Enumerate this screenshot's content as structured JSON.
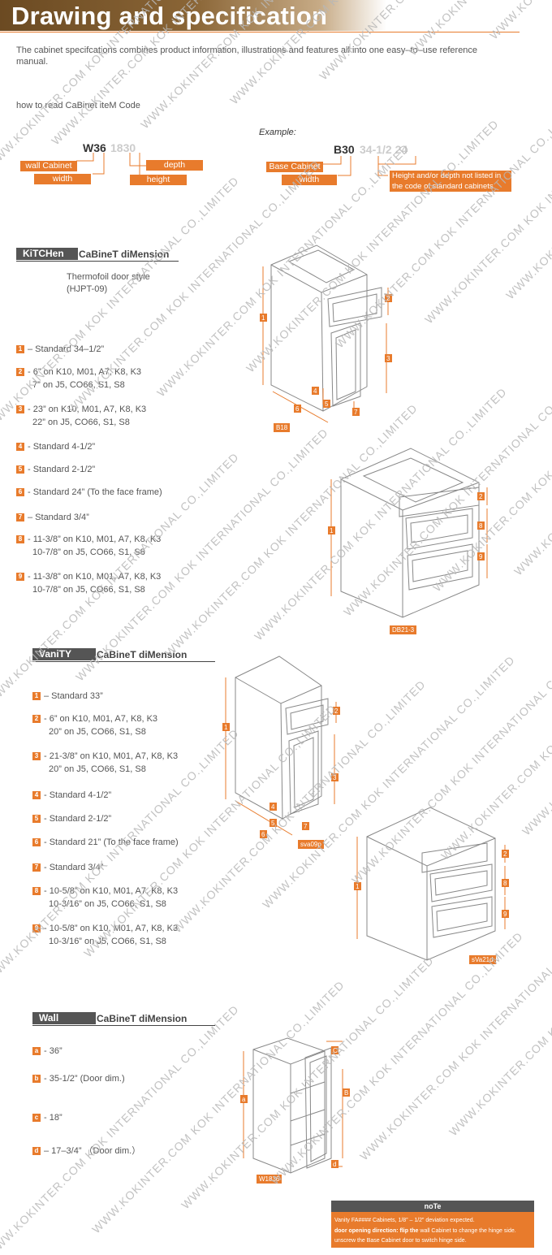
{
  "header": {
    "title": "Drawing and specification",
    "intro_line1": "The cabinet specifcations combines product information, illustrations and features all into one easy–to–use reference",
    "intro_line2": "manual.",
    "how_to_read": "how to read CaBinet  iteM Code"
  },
  "code_example": {
    "example_label": "Example:",
    "wall_code_bold": "W36",
    "wall_code_grey": "1830",
    "wall_labels": {
      "wall_cabinet": "wall Cabinet",
      "width": "width",
      "depth": "depth",
      "height": "height"
    },
    "base_code_bold": "B30",
    "base_code_grey": "34-1/2 24",
    "base_labels": {
      "base_cabinet": "Base Cabinet",
      "width": "width",
      "note_line1": "Height and/or depth not listed in",
      "note_line2": "the code of standard cabinets"
    }
  },
  "kitchen": {
    "tag": "KiTCHen",
    "title": "CaBineT diMension",
    "style_line1": "Thermofoil door style",
    "style_line2": "(HJPT-09)",
    "items": [
      {
        "num": "1",
        "line1": "– Standard 34–1/2”",
        "line2": ""
      },
      {
        "num": "2",
        "line1": "- 6” on K10, M01, A7, K8, K3",
        "line2": "7” on J5, CO66, S1, S8"
      },
      {
        "num": "3",
        "line1": "- 23” on K10, M01, A7, K8, K3",
        "line2": "22” on J5, CO66, S1, S8"
      },
      {
        "num": "4",
        "line1": "- Standard 4-1/2”",
        "line2": ""
      },
      {
        "num": "5",
        "line1": "- Standard 2-1/2”",
        "line2": ""
      },
      {
        "num": "6",
        "line1": "- Standard 24” (To the face frame)",
        "line2": ""
      },
      {
        "num": "7",
        "line1": "– Standard 3/4”",
        "line2": ""
      },
      {
        "num": "8",
        "line1": "- 11-3/8” on K10, M01, A7, K8, K3",
        "line2": "10-7/8” on J5, CO66, S1, S8"
      },
      {
        "num": "9",
        "line1": "- 11-3/8” on K10, M01, A7, K8, K3",
        "line2": "10-7/8” on J5, CO66, S1, S8"
      }
    ],
    "diagram_labels": {
      "b18": "B18",
      "db21": "DB21-3"
    }
  },
  "vanity": {
    "tag": "VaniTY",
    "title": "CaBineT diMension",
    "items": [
      {
        "num": "1",
        "line1": "– Standard 33”",
        "line2": ""
      },
      {
        "num": "2",
        "line1": "- 6” on K10, M01, A7, K8, K3",
        "line2": "20” on J5, CO66, S1, S8"
      },
      {
        "num": "3",
        "line1": "- 21-3/8” on K10, M01, A7, K8, K3",
        "line2": "20” on J5, CO66, S1, S8"
      },
      {
        "num": "4",
        "line1": "- Standard 4-1/2”",
        "line2": ""
      },
      {
        "num": "5",
        "line1": "- Standard 2-1/2”",
        "line2": ""
      },
      {
        "num": "6",
        "line1": "- Standard 21” (To the face frame)",
        "line2": ""
      },
      {
        "num": "7",
        "line1": "- Standard 3/4”",
        "line2": ""
      },
      {
        "num": "8",
        "line1": "- 10-5/8” on K10, M01, A7, K8, K3",
        "line2": "10-3/16” on J5, CO66, S1, S8"
      },
      {
        "num": "9",
        "line1": "- 10-5/8” on K10, M01, A7, K8, K3",
        "line2": "10-3/16” on J5, CO66, S1, S8"
      }
    ],
    "diagram_labels": {
      "sv09p": "sva09p",
      "sva21d": "sVa21d"
    }
  },
  "wall": {
    "tag": "Wall",
    "title": "CaBineT diMension",
    "items": [
      {
        "num": "a",
        "line1": "- 36”"
      },
      {
        "num": "b",
        "line1": "- 35-1/2” (Door dim.)"
      },
      {
        "num": "c",
        "line1": "- 18”"
      },
      {
        "num": "d",
        "line1": "– 17–3/4” （Door dim.）"
      }
    ],
    "diagram_label": "W1836"
  },
  "note": {
    "title": "noTe",
    "line1": "Vanity FA#### Cabinets, 1/8” – 1/2” deviation expected.",
    "line2_bold": "door opening direction: flip the",
    "line2_rest": " wall Cabinet to change the hinge side.",
    "line3": "unscrew the Base Cabinet door to switch hinge side."
  },
  "watermark": {
    "text": "WWW.KOKINTER.COM  KOK INTERNATIONAL CO.,LIMITED"
  },
  "colors": {
    "accent": "#e87b2c",
    "header_brown": "#6b4a22",
    "tag_grey": "#555555"
  }
}
